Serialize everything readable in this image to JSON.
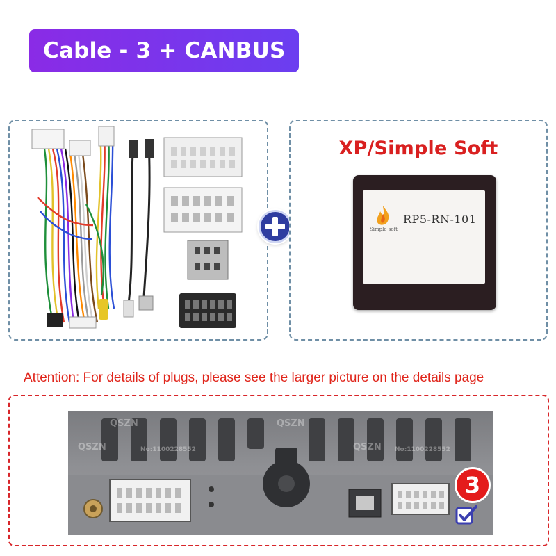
{
  "header": {
    "title": "Cable - 3 + CANBUS"
  },
  "product_left": {
    "description_icon": "wire-harness-icon"
  },
  "product_right": {
    "brand_title": "XP/Simple Soft",
    "module_model": "RP5-RN-101",
    "module_logo_text": "Simple soft"
  },
  "attention": {
    "text": "Attention: For details of plugs, please see the larger picture on the details page"
  },
  "bottom": {
    "badge_number": "3",
    "check_icon": "checkbox-checked-icon"
  },
  "watermark": {
    "brand": "QSZN",
    "code": "No:1100228552"
  },
  "colors": {
    "title_gradient_start": "#8a2be6",
    "title_gradient_end": "#6b3ef0",
    "brand_red": "#d92020",
    "attention_red": "#e0251b",
    "badge_red": "#e41b1b",
    "plus_blue": "#2f3da0"
  }
}
